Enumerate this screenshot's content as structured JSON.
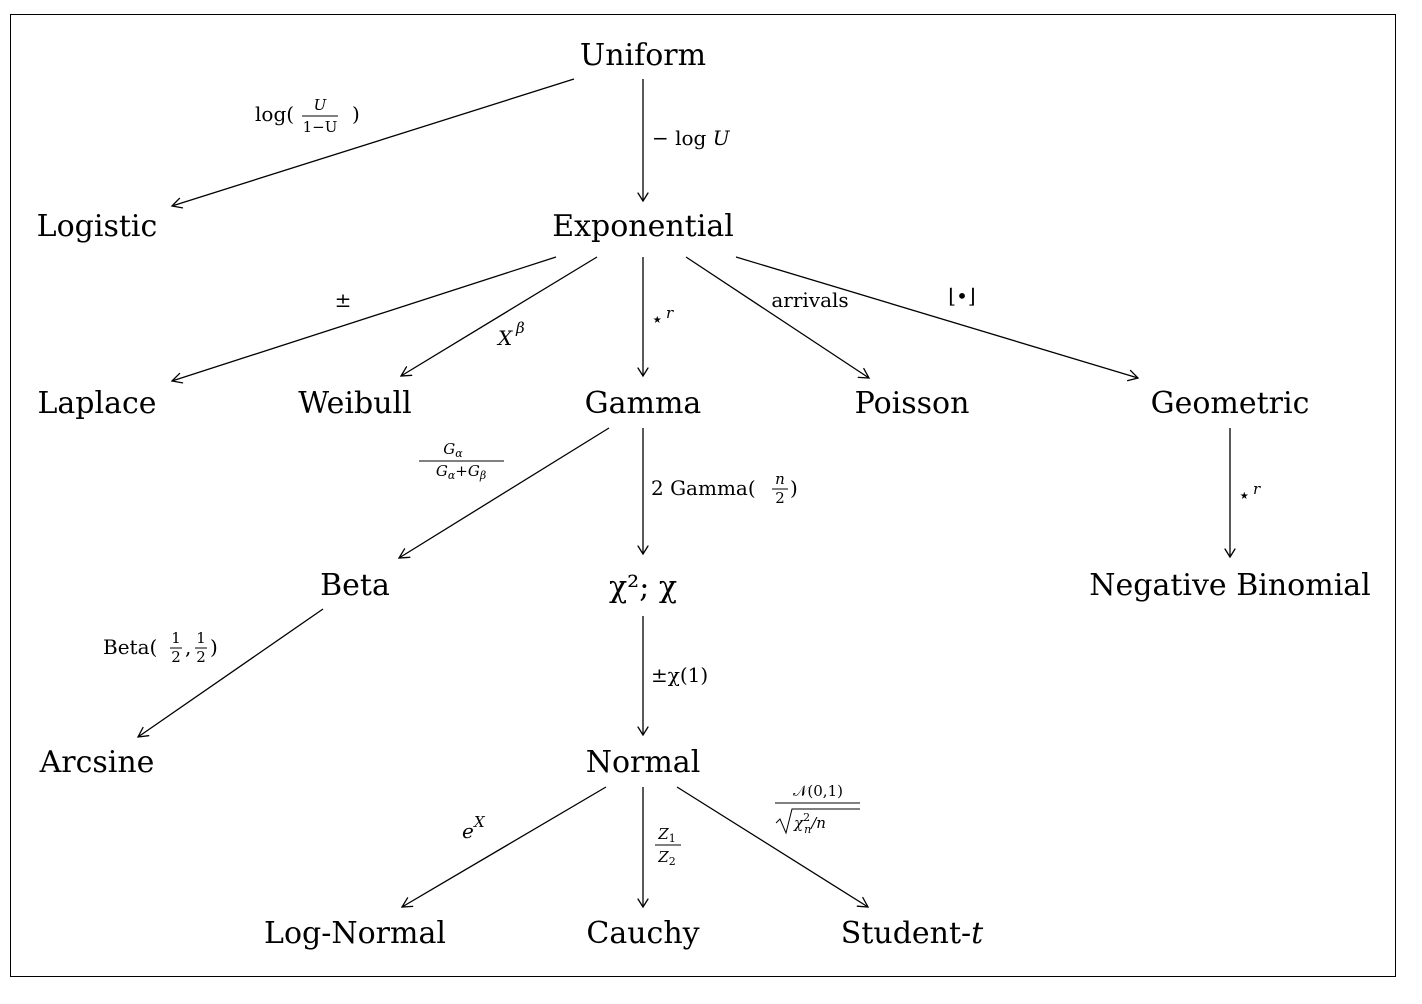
{
  "nodes": {
    "uniform": "Uniform",
    "logistic": "Logistic",
    "exponential": "Exponential",
    "laplace": "Laplace",
    "weibull": "Weibull",
    "gamma": "Gamma",
    "poisson": "Poisson",
    "geometric": "Geometric",
    "beta": "Beta",
    "chi2": "χ²; χ",
    "negative_binomial": "Negative Binomial",
    "arcsine": "Arcsine",
    "normal": "Normal",
    "log_normal": "Log-Normal",
    "cauchy": "Cauchy",
    "student_t": "Student-t"
  },
  "edges": [
    {
      "from": "Uniform",
      "to": "Logistic",
      "label": "log(U/(1−U))"
    },
    {
      "from": "Uniform",
      "to": "Exponential",
      "label": "− log U"
    },
    {
      "from": "Exponential",
      "to": "Laplace",
      "label": "±"
    },
    {
      "from": "Exponential",
      "to": "Weibull",
      "label": "X^β"
    },
    {
      "from": "Exponential",
      "to": "Gamma",
      "label": "⋆^r"
    },
    {
      "from": "Exponential",
      "to": "Poisson",
      "label": "arrivals"
    },
    {
      "from": "Exponential",
      "to": "Geometric",
      "label": "⌊•⌋"
    },
    {
      "from": "Gamma",
      "to": "Beta",
      "label": "G_α/(G_α+G_β)"
    },
    {
      "from": "Gamma",
      "to": "χ²; χ",
      "label": "2 Gamma(n/2)"
    },
    {
      "from": "Geometric",
      "to": "Negative Binomial",
      "label": "⋆^r"
    },
    {
      "from": "Beta",
      "to": "Arcsine",
      "label": "Beta(1/2,1/2)"
    },
    {
      "from": "χ²; χ",
      "to": "Normal",
      "label": "±χ(1)"
    },
    {
      "from": "Normal",
      "to": "Log-Normal",
      "label": "e^X"
    },
    {
      "from": "Normal",
      "to": "Cauchy",
      "label": "Z₁/Z₂"
    },
    {
      "from": "Normal",
      "to": "Student-t",
      "label": "N(0,1)/√(χ²_n/n)"
    }
  ],
  "labels": {
    "log_u": "log(",
    "log_u_num": "U",
    "log_u_den": "1−U",
    "log_u_close": ")",
    "neg_log_u": "− log ",
    "neg_log_u_var": "U",
    "pm": "±",
    "x_beta_base": "X",
    "x_beta_exp": "β",
    "star": "⋆",
    "star_exp": "r",
    "arrivals": "arrivals",
    "floor": "⌊•⌋",
    "ga_num": "G",
    "ga_num_sub": "α",
    "ga_den_1": "G",
    "ga_den_sub1": "α",
    "ga_den_plus": "+",
    "ga_den_2": "G",
    "ga_den_sub2": "β",
    "two_gamma": "2 Gamma(",
    "two_gamma_num": "n",
    "two_gamma_den": "2",
    "two_gamma_close": ")",
    "star2": "⋆",
    "star2_exp": "r",
    "beta_half": "Beta(",
    "half_num": "1",
    "half_den": "2",
    "comma": ",",
    "close_paren": ")",
    "pm_chi": "±χ(1)",
    "e_base": "e",
    "e_exp": "X",
    "z1": "Z",
    "z1_sub": "1",
    "z2": "Z",
    "z2_sub": "2",
    "t_num": "𝒩(0,1)",
    "t_chi": "χ",
    "t_chi_sup": "2",
    "t_chi_sub": "n",
    "t_over_n": "/n",
    "student_prefix": "Student-",
    "student_t": "t"
  }
}
